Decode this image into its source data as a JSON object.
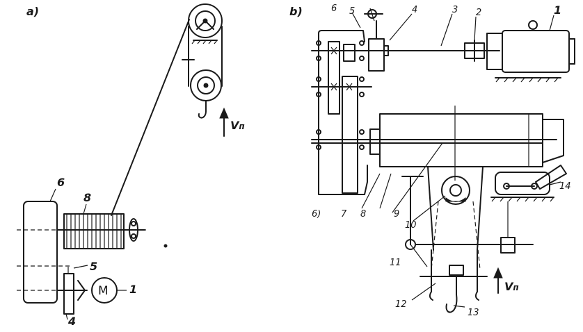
{
  "panels": {
    "a": "a)",
    "b": "b)"
  },
  "labels_a": {
    "motor_symbol": "M",
    "n1": "1",
    "n4": "4",
    "n5": "5",
    "n6": "6",
    "n8": "8",
    "speed": "V",
    "speed_sub": "п"
  },
  "labels_b": {
    "n1": "1",
    "n2": "2",
    "n3": "3",
    "n4": "4",
    "n5": "5",
    "n6": "6",
    "n7": "7",
    "n8": "8",
    "n9": "9",
    "n10": "10",
    "n11": "11",
    "n12": "12",
    "n13": "13",
    "n14": "14",
    "n6_alt": "6)",
    "speed": "V",
    "speed_sub": "п"
  }
}
